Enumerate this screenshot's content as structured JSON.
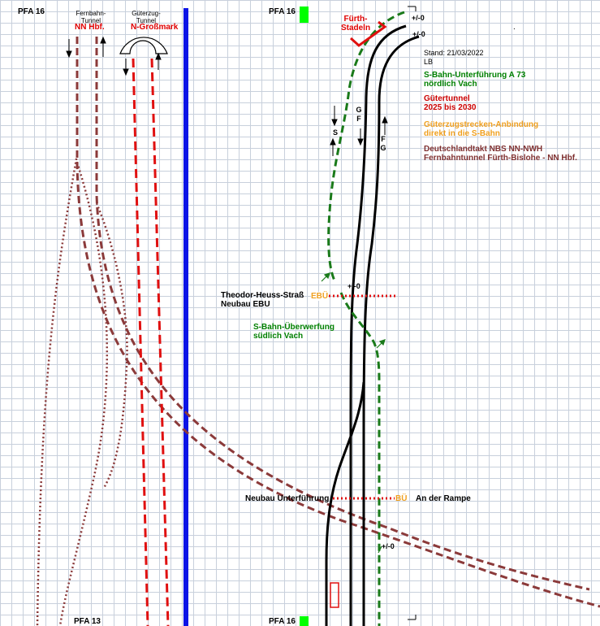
{
  "labels": {
    "pfa16_top_left": "PFA 16",
    "pfa16_top_right": "PFA 16",
    "pfa13_bottom": "PFA 13",
    "pfa16_bottom": "PFA 16",
    "fernbahn_line1": "Fernbahn-",
    "fernbahn_line2": "Tunnel",
    "nn_hbf": "NN Hbf.",
    "gueterzug_line1": "Güterzug-",
    "gueterzug_line2": "Tunnel",
    "n_grossmarkt": "N-Großmark",
    "fuerth_line1": "Fürth-",
    "fuerth_line2": "Stadeln",
    "station_km_top1": "+/-0",
    "station_km_top2": "+/-0",
    "station_km_mid": "+/-0",
    "station_km_low": "+/-0",
    "stand": "Stand: 21/03/2022",
    "lb": "LB",
    "dot": "."
  },
  "legend": {
    "sbahn_unterfuehrung_1": "S-Bahn-Unterführung A 73",
    "sbahn_unterfuehrung_2": "nördlich Vach",
    "guetertunnel_1": "Gütertunnel",
    "guetertunnel_2": "2025 bis 2030",
    "gueterzug_anbindung_1": "Güterzugstrecken-Anbindung",
    "gueterzug_anbindung_2": "direkt in die S-Bahn",
    "deutschlandtakt_1": "Deutschlandtakt NBS NN-NWH",
    "deutschlandtakt_2": "Fernbahntunnel Fürth-Bislohe - NN Hbf."
  },
  "annotations": {
    "theodor_heuss": "Theodor-Heuss-Straß",
    "neubau_ebu": "Neubau EBU",
    "ebu": "EBÜ",
    "sbahn_ueberwerfung_1": "S-Bahn-Überwerfung",
    "sbahn_ueberwerfung_2": "südlich Vach",
    "neubau_unterfuehrung": "Neubau Unterführung",
    "bue": "BÜ",
    "an_der_rampe": "An der Rampe"
  },
  "track_letters": {
    "s": "S",
    "g_left": "G",
    "f_left": "F",
    "f_right": "F",
    "g_right": "G"
  },
  "colors": {
    "blue_line": "#0a14e6",
    "green_marker": "#00ff00",
    "fernbahn_brown": "#8b3a3a",
    "gueter_red": "#e01010",
    "sbahn_green": "#1a7a1a",
    "rail_black": "#000000",
    "grid": "#c8d0dc"
  }
}
